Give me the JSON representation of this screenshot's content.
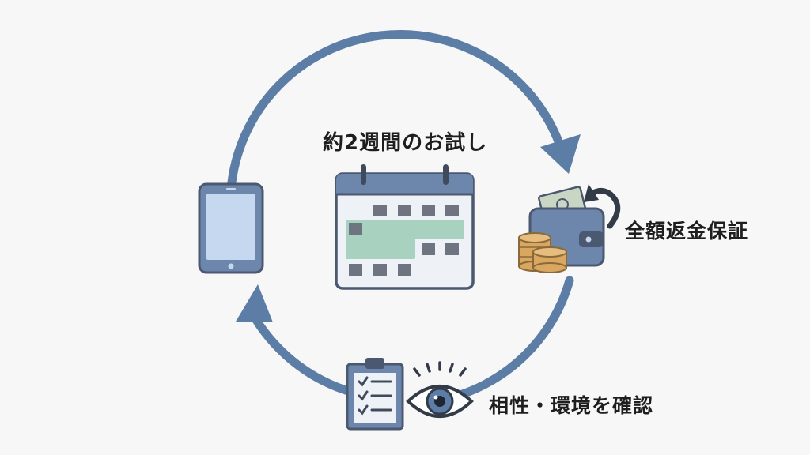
{
  "labels": {
    "trial": "約2週間のお試し",
    "refund": "全額返金保証",
    "check": "相性・環境を確認"
  },
  "icons": {
    "tablet": "tablet-icon",
    "calendar": "calendar-icon",
    "wallet": "wallet-icon",
    "coins": "coin-stack-icon",
    "return_arrow": "return-arrow-icon",
    "clipboard": "clipboard-checklist-icon",
    "eye": "eye-icon"
  },
  "colors": {
    "background": "#f7f7f7",
    "cycle_arrow": "#5c7da6",
    "icon_outline": "#4a5870",
    "icon_fill": "#6d86ab",
    "screen": "#c5d8f0",
    "calendar_cell": "#6e7480",
    "calendar_highlight": "#a9d1c0",
    "coin": "#d9a760",
    "text": "#1e1e1e"
  }
}
